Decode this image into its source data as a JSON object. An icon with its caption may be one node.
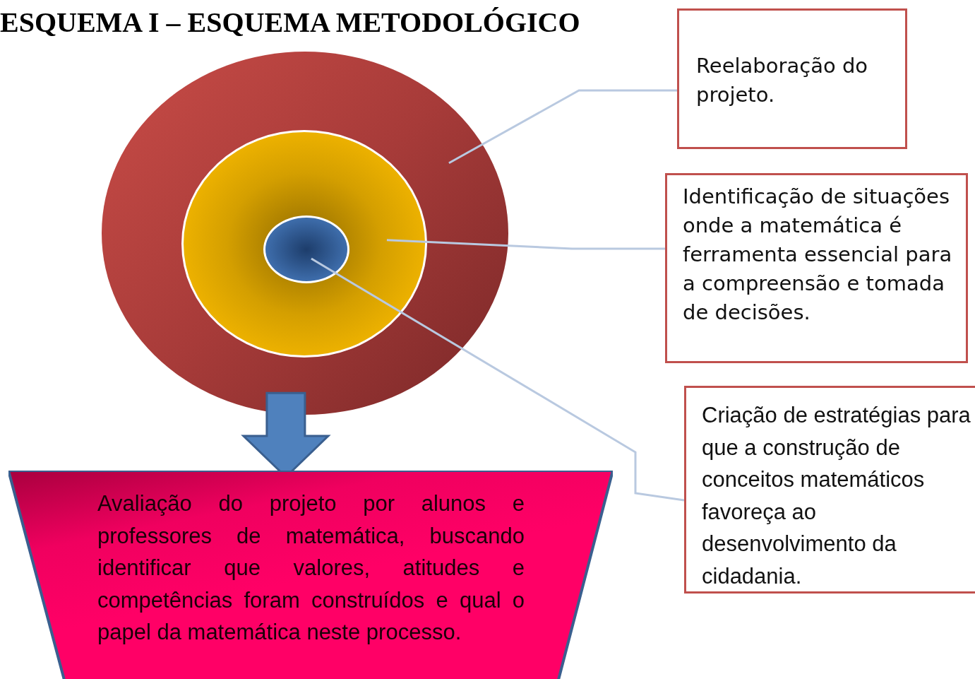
{
  "diagram": {
    "title": "ESQUEMA I – ESQUEMA METODOLÓGICO",
    "nodes": [
      {
        "text": [],
        "shape": "circle"
      },
      {
        "text": [],
        "shape": "circle",
        "in": 0
      },
      {
        "text": [],
        "shape": "circle",
        "in": 1
      },
      {
        "text": [
          "Reelaboração do projeto."
        ]
      },
      {
        "text": [
          "Identificação de situações onde a matemática é ferramenta essencial para a compreensão e tomada de decisões."
        ]
      },
      {
        "text": [
          "Criação de estratégias para que a construção de conceitos matemáticos favoreça ao desenvolvimento da cidadania."
        ]
      },
      {
        "text": [
          "Avaliação do projeto por alunos e professores de matemática, buscando identificar que valores, atitudes e competências foram construídos e qual o papel da matemática neste processo."
        ]
      }
    ],
    "edges": [
      {
        "from": 3,
        "to": 0,
        "arrow": "none"
      },
      {
        "from": 4,
        "to": 1,
        "arrow": "none"
      },
      {
        "from": 5,
        "to": 2,
        "arrow": "none"
      },
      {
        "from": 0,
        "to": 6,
        "arrow": "to",
        "style": "thick",
        "color": "#4f81bd"
      }
    ]
  }
}
